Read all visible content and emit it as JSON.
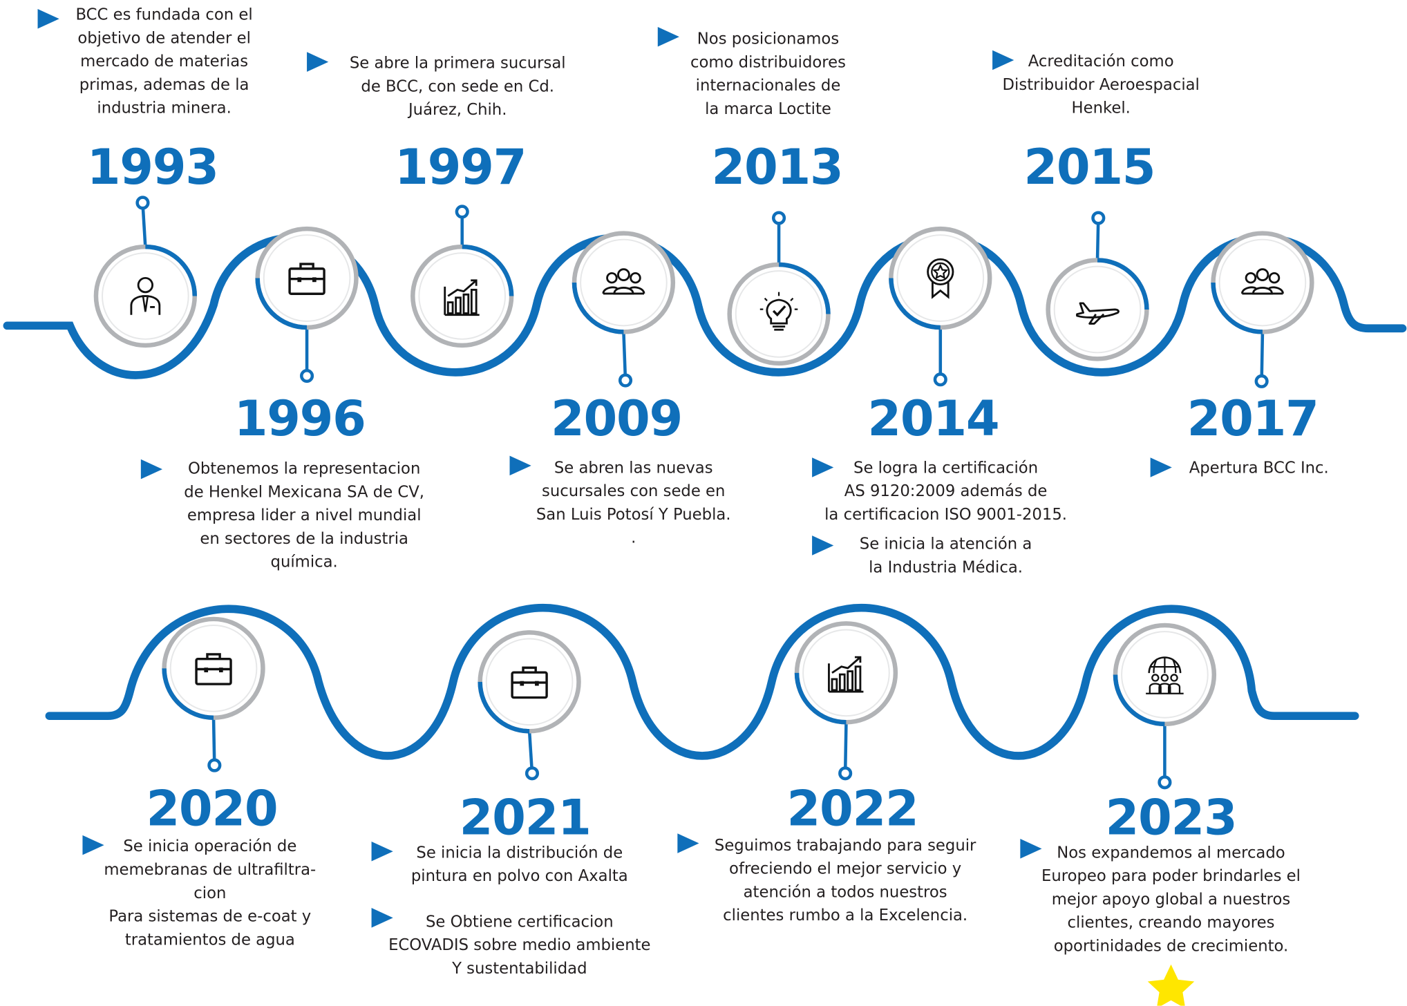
{
  "colors": {
    "accent_blue": "#0f6fba",
    "ring_gray": "#b1b3b6",
    "text": "#231f20",
    "star": "#ffe600"
  },
  "milestones": [
    {
      "year": "1993",
      "icon": "businessman-icon",
      "lines": [
        "BCC es fundada con el",
        "objetivo de atender el",
        "mercado de materias",
        "primas, ademas de la",
        "industria minera."
      ]
    },
    {
      "year": "1996",
      "icon": "briefcase-icon",
      "lines": [
        "Obtenemos la representacion",
        "de Henkel Mexicana SA de CV,",
        "empresa lider a nivel mundial",
        "en sectores de la industria",
        "química."
      ]
    },
    {
      "year": "1997",
      "icon": "growth-chart-icon",
      "lines": [
        "Se abre la primera sucursal",
        "de BCC, con sede en Cd.",
        "Juárez, Chih."
      ]
    },
    {
      "year": "2009",
      "icon": "team-icon",
      "lines": [
        "Se abren las nuevas",
        "sucursales con sede en",
        "San Luis Potosí Y Puebla.",
        "."
      ]
    },
    {
      "year": "2013",
      "icon": "lightbulb-check-icon",
      "lines": [
        "Nos posicionamos",
        "como distribuidores",
        "internacionales de",
        "la marca Loctite"
      ]
    },
    {
      "year": "2014",
      "icon": "award-badge-icon",
      "lines": [
        "Se logra la certificación",
        "AS 9120:2009 además de",
        "la certificacion ISO 9001-2015."
      ],
      "lines2": [
        "Se inicia la atención a",
        "la Industria Médica."
      ]
    },
    {
      "year": "2015",
      "icon": "airplane-icon",
      "lines": [
        "Acreditación como",
        "Distribuidor Aeroespacial",
        "Henkel."
      ]
    },
    {
      "year": "2017",
      "icon": "team-icon",
      "lines": [
        "Apertura BCC Inc."
      ]
    },
    {
      "year": "2020",
      "icon": "briefcase-icon",
      "lines": [
        "Se inicia operación de",
        "memebranas de ultrafiltra-",
        "cion",
        "Para sistemas de e-coat y",
        "tratamientos de agua"
      ]
    },
    {
      "year": "2021",
      "icon": "briefcase-icon",
      "lines": [
        "Se inicia la distribución de",
        "pintura en polvo con Axalta"
      ],
      "lines2": [
        "Se Obtiene certificacion",
        "ECOVADIS sobre medio ambiente",
        "Y sustentabilidad"
      ]
    },
    {
      "year": "2022",
      "icon": "growth-chart-icon",
      "lines": [
        "Seguimos trabajando para seguir",
        "ofreciendo el mejor servicio y",
        "atención a todos nuestros",
        "clientes rumbo a la Excelencia."
      ]
    },
    {
      "year": "2023",
      "icon": "global-team-icon",
      "lines": [
        "Nos expandemos al mercado",
        "Europeo para poder brindarles el",
        "mejor apoyo global a nuestros",
        "clientes, creando mayores",
        "oportinidades de crecimiento."
      ]
    }
  ]
}
